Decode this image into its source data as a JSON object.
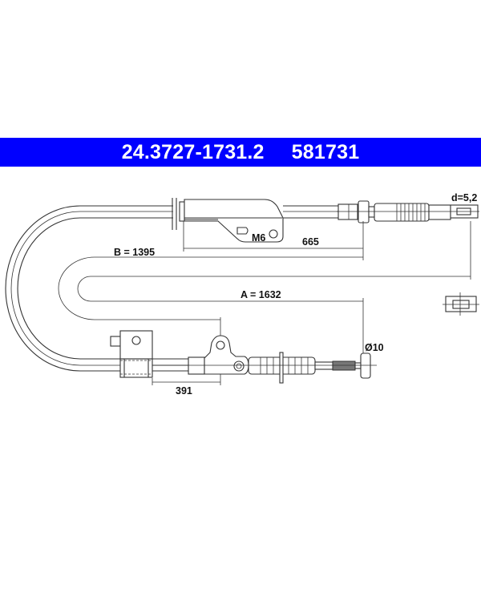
{
  "header": {
    "part_number": "24.3727-1731.2",
    "ref_number": "581731",
    "background_color": "#0000ff",
    "text_color": "#ffffff"
  },
  "drawing": {
    "labels": {
      "length_b": "B = 1395",
      "length_a": "A = 1632",
      "dim_665": "665",
      "dim_391": "391",
      "thread": "M6",
      "eye_diameter": "d=5,2",
      "nipple_diameter": "Ø10"
    },
    "line_color": "#333333"
  }
}
